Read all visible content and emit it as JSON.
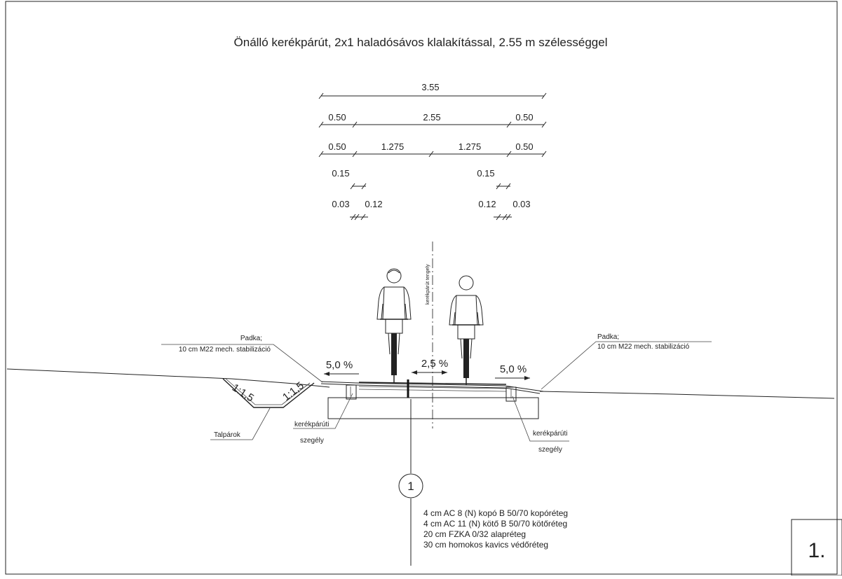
{
  "title": "Önálló kerékpárút, 2x1 haladósávos klalakítással, 2.55 m szélességgel",
  "dimensions": {
    "total": "3.55",
    "row2": {
      "left": "0.50",
      "middle": "2.55",
      "right": "0.50"
    },
    "row3": {
      "left": "0.50",
      "mid_left": "1.275",
      "mid_right": "1.275",
      "right": "0.50"
    },
    "row4": {
      "left": "0.15",
      "right": "0.15"
    },
    "row5": {
      "left_a": "0.03",
      "left_b": "0.12",
      "right_a": "0.12",
      "right_b": "0.03"
    }
  },
  "axis_label": "kerékpárút tengely",
  "left_shoulder": {
    "title": "Padka;",
    "desc": "10 cm M22 mech. stabilizáció"
  },
  "right_shoulder": {
    "title": "Padka;",
    "desc": "10 cm M22 mech. stabilizáció"
  },
  "slopes": {
    "left": "5,0 %",
    "middle": "2,5 %",
    "right": "5,0 %"
  },
  "ditch": {
    "ratio_left": "1:1,5",
    "ratio_right": "1:1,5",
    "label": "Talpárok"
  },
  "curb_left": {
    "line1": "kerékpárúti",
    "line2": "szegély"
  },
  "curb_right": {
    "line1": "kerékpárúti",
    "line2": "szegély"
  },
  "layer_marker": "1",
  "layers": [
    "4 cm AC 8 (N) kopó B 50/70 kopóréteg",
    "4 cm AC 11 (N) kötő B 50/70 kötőréteg",
    "20 cm FZKA 0/32 alapréteg",
    "30 cm homokos kavics védőréteg"
  ],
  "sheet_number": "1."
}
